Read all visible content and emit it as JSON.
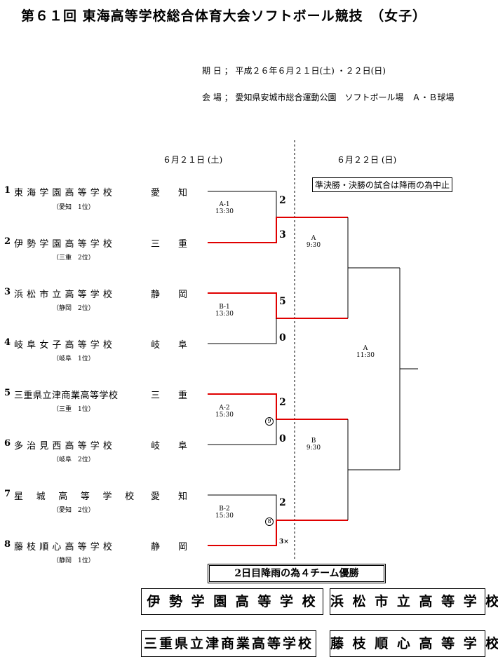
{
  "title": "第６１回 東海高等学校総合体育大会ソフトボール競技　（女子）",
  "date_line": "期 日 ；  平成２６年６月２１日(土) ・２２日(日)",
  "venue_line": "会 場 ；  愛知県安城市総合運動公園　ソフトボール場　Ａ・Ｂ球場",
  "day1": "６月２１日 (土)",
  "day2": "６月２２日 (日)",
  "notice": "準決勝・決勝の試合は降雨の為中止",
  "teams": [
    {
      "num": "1",
      "name": "東 海 学 園 高 等 学 校",
      "pref": "愛　　知",
      "sub": "（愛知　1位）"
    },
    {
      "num": "2",
      "name": "伊 勢 学 園 高 等 学 校",
      "pref": "三　　重",
      "sub": "（三重　2位）"
    },
    {
      "num": "3",
      "name": "浜 松 市 立 高 等 学 校",
      "pref": "静　　岡",
      "sub": "（静岡　2位）"
    },
    {
      "num": "4",
      "name": "岐 阜 女 子 高 等 学 校",
      "pref": "岐　　阜",
      "sub": "（岐阜　1位）"
    },
    {
      "num": "5",
      "name": "三重県立津商業高等学校",
      "pref": "三　　重",
      "sub": "（三重　1位）"
    },
    {
      "num": "6",
      "name": "多 治 見 西 高 等 学 校",
      "pref": "岐　　阜",
      "sub": "（岐阜　2位）"
    },
    {
      "num": "7",
      "name": "星　 城　 高　 等　 学　 校",
      "pref": "愛　　知",
      "sub": "（愛知　2位）"
    },
    {
      "num": "8",
      "name": "藤 枝 順 心 高 等 学 校",
      "pref": "静　　岡",
      "sub": "（静岡　1位）"
    }
  ],
  "matches": {
    "a1": {
      "court": "A-1",
      "time": "13:30",
      "score_top": "2",
      "score_bottom": "3"
    },
    "b1": {
      "court": "B-1",
      "time": "13:30",
      "score_top": "5",
      "score_bottom": "0"
    },
    "a2": {
      "court": "A-2",
      "time": "15:30",
      "score_top": "2",
      "score_bottom": "0",
      "inning": "9"
    },
    "b2": {
      "court": "B-2",
      "time": "15:30",
      "score_top": "2",
      "score_bottom": "3×",
      "inning": "8"
    },
    "sa": {
      "court": "A",
      "time": "9:30"
    },
    "sb": {
      "court": "B",
      "time": "9:30"
    },
    "final": {
      "court": "A",
      "time": "11:30"
    }
  },
  "banner": "2日目降雨の為４チーム優勝",
  "champions": [
    "伊 勢 学 園 高 等 学 校",
    "浜 松 市 立 高 等 学 校",
    "三重県立津商業高等学校",
    "藤 枝 順 心 高 等 学 校"
  ],
  "colors": {
    "winner_line": "#e00000",
    "line": "#000000"
  }
}
